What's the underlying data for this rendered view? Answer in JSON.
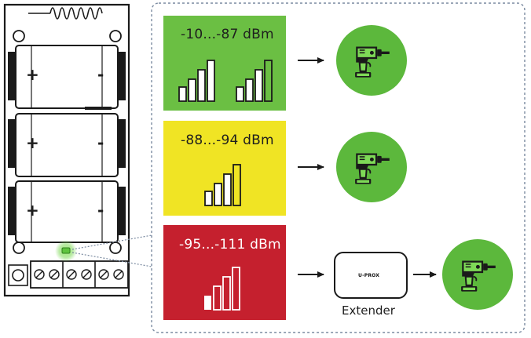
{
  "device": {
    "battery_signs": [
      {
        "plus": "+",
        "minus": "-"
      },
      {
        "plus": "+",
        "minus": "-"
      },
      {
        "plus": "+",
        "minus": "-"
      }
    ]
  },
  "levels": [
    {
      "range": "-10...-87 dBm",
      "color": "#6bbf43",
      "text_color": "#1e1e1e",
      "result_icon": "drill-icon",
      "result_color": "#5cb83c"
    },
    {
      "range": "-88...-94 dBm",
      "color": "#f0e424",
      "text_color": "#1e1e1e",
      "result_icon": "drill-icon",
      "result_color": "#5cb83c"
    },
    {
      "range": "-95...-111 dBm",
      "color": "#c5202e",
      "text_color": "#ffffff",
      "result_icon": "drill-icon",
      "result_color": "#5cb83c"
    }
  ],
  "extender": {
    "label": "Extender",
    "brand": "U-PROX"
  },
  "colors": {
    "led": "#7ed957",
    "frame_dash": "#7a8aa0",
    "arrow": "#1a1a1a"
  }
}
